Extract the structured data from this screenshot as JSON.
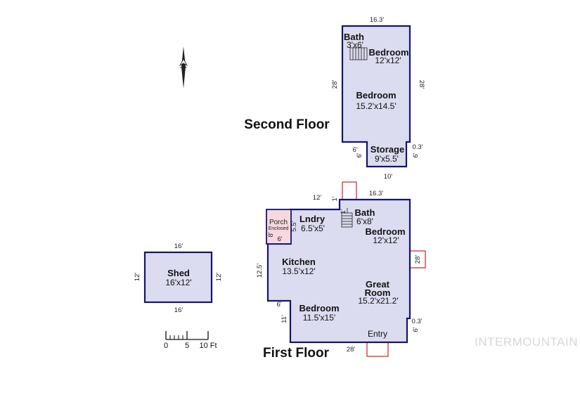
{
  "floors": {
    "second": {
      "label": "Second Floor",
      "rooms": [
        {
          "name": "Bath",
          "size": "3'x6'"
        },
        {
          "name": "Bedroom",
          "size": "12'x12'"
        },
        {
          "name": "Bedroom",
          "size": "15.2'x14.5'"
        },
        {
          "name": "Storage",
          "size": "9'x5.5'"
        }
      ],
      "dims": {
        "top": "16.3'",
        "left": "28'",
        "right": "28'",
        "bottom": "10'",
        "step_w": "6'",
        "step_h": "6'",
        "small": "0.3'",
        "right_small": "6'"
      }
    },
    "first": {
      "label": "First Floor",
      "rooms": [
        {
          "name": "Lndry",
          "size": "6.5'x5'"
        },
        {
          "name": "Bath",
          "size": "6'x8'"
        },
        {
          "name": "Bedroom",
          "size": "12'x12'"
        },
        {
          "name": "Kitchen",
          "size": "13.5'x12'"
        },
        {
          "name": "Great Room",
          "size": "15.2'x21.2'"
        },
        {
          "name": "Bedroom",
          "size": "11.5'x15'"
        }
      ],
      "porch": {
        "name": "Porch",
        "sub": "Enclosed",
        "dim_v": "8'",
        "dim_h": "6'"
      },
      "entry": "Entry",
      "dims": {
        "top_left": "12'",
        "top_right": "16.3'",
        "top_step": "1'",
        "lndry_v": "5.5'",
        "left": "12.5'",
        "left_step": "6'",
        "left_low": "11'",
        "right_door": "28'",
        "right_small": "0.3'",
        "right_low": "6'",
        "bottom": "28'",
        "stair_top": "1'"
      }
    }
  },
  "shed": {
    "name": "Shed",
    "size": "16'x12'",
    "dims": {
      "top": "16'",
      "bottom": "16'",
      "left": "12'",
      "right": "12'"
    }
  },
  "scale": {
    "ticks": [
      "0",
      "5",
      "10 Ft"
    ]
  },
  "watermark": "INTERMOUNTAIN",
  "colors": {
    "room_fill": "#dcdcf0",
    "wall": "#14146e",
    "porch_fill": "#f7d8de",
    "door": "#cc2222"
  },
  "icons": {
    "north": "north-arrow-icon"
  }
}
